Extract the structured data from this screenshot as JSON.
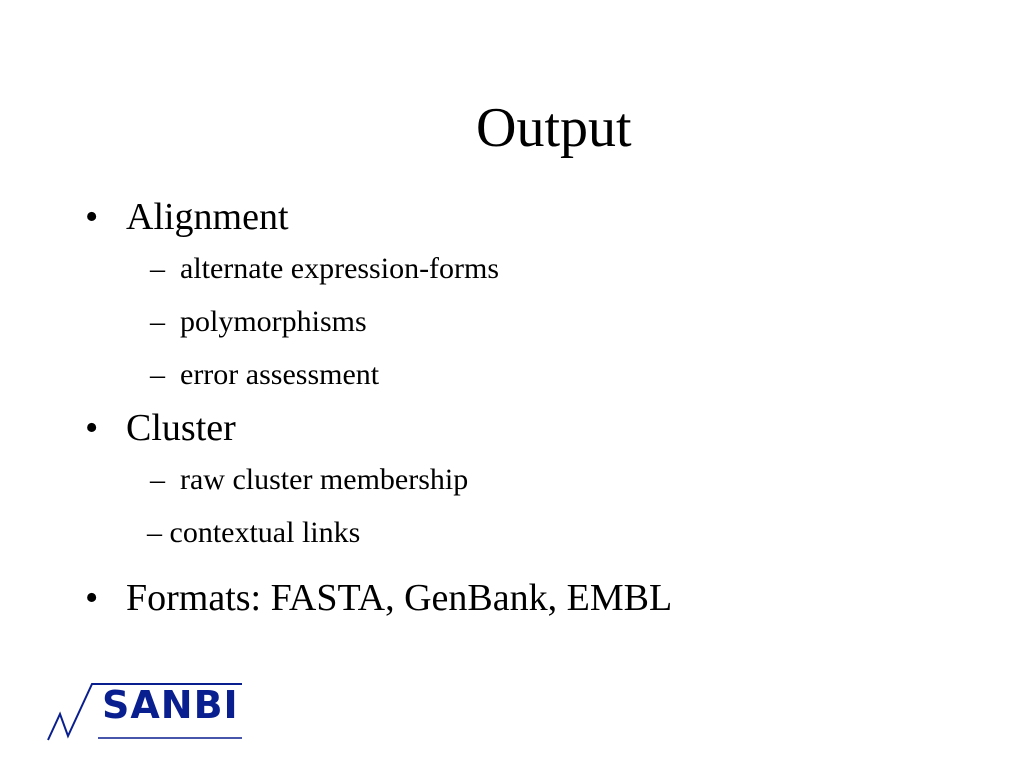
{
  "slide": {
    "title": "Output",
    "bullets": [
      {
        "text": "Alignment",
        "sub": [
          "alternate expression-forms",
          "polymorphisms",
          "error assessment"
        ]
      },
      {
        "text": "Cluster",
        "sub": [
          "raw cluster membership"
        ],
        "sub_inline": "– contextual links"
      },
      {
        "text": "Formats: FASTA, GenBank, EMBL",
        "sub": []
      }
    ],
    "bullet_marker": "•",
    "sub_marker": "–"
  },
  "logo": {
    "text": "SANBI",
    "color": "#0a1f8f"
  }
}
